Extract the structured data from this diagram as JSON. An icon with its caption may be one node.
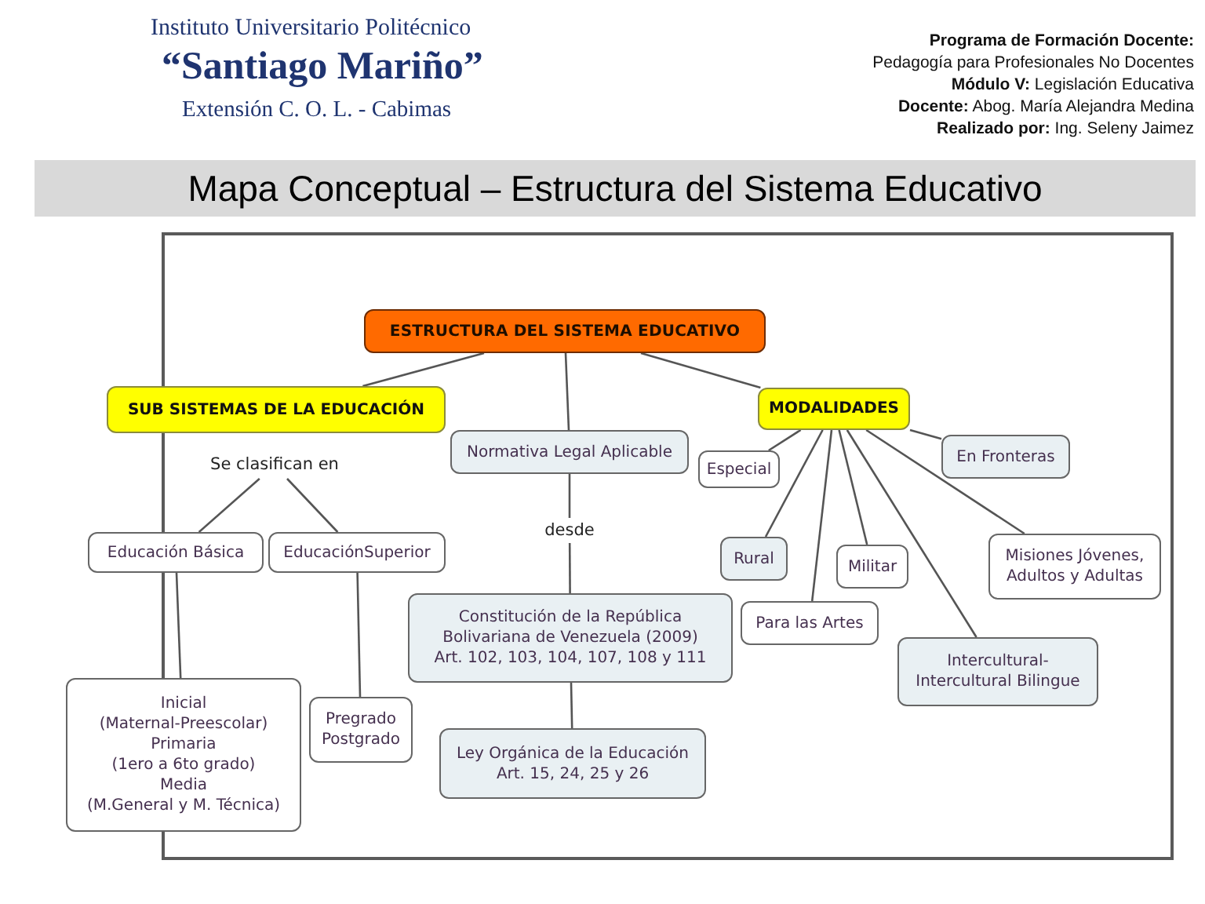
{
  "diagram": {
    "title": "Mapa Conceptual – Estructura del Sistema Educativo",
    "nodes": [
      {
        "text": [
          "ESTRUCTURA DEL SISTEMA EDUCATIVO"
        ]
      },
      {
        "text": [
          "SUB SISTEMAS DE LA EDUCACIÓN"
        ]
      },
      {
        "text": [
          "Normativa Legal Aplicable"
        ]
      },
      {
        "text": [
          "MODALIDADES"
        ]
      },
      {
        "text": [
          "Se clasifican en"
        ]
      },
      {
        "text": [
          "Especial"
        ]
      },
      {
        "text": [
          "En Fronteras"
        ]
      },
      {
        "text": [
          "desde"
        ]
      },
      {
        "text": [
          "Educación Básica"
        ]
      },
      {
        "text": [
          "EducaciónSuperior"
        ]
      },
      {
        "text": [
          "Rural"
        ]
      },
      {
        "text": [
          "Militar"
        ]
      },
      {
        "text": [
          "Misiones Jóvenes, Adultos y Adultas"
        ]
      },
      {
        "text": [
          "Constitución de la República Bolivariana de Venezuela (2009)",
          "Art. 102, 103, 104, 107, 108 y 111"
        ]
      },
      {
        "text": [
          "Para las Artes"
        ]
      },
      {
        "text": [
          "Intercultural-Intercultural Bilingue"
        ]
      },
      {
        "text": [
          "Inicial",
          "(Maternal-Preescolar)",
          "Primaria",
          "(1ero a 6to grado)",
          "Media",
          "(M.General y M. Técnica)"
        ]
      },
      {
        "text": [
          "Pregrado",
          "Postgrado"
        ]
      },
      {
        "text": [
          "Ley Orgánica de la Educación",
          "Art. 15, 24, 25 y 26"
        ]
      }
    ],
    "edges": [
      {
        "from": 0,
        "to": 1,
        "arrow": "none"
      },
      {
        "from": 0,
        "to": 2,
        "arrow": "none"
      },
      {
        "from": 0,
        "to": 3,
        "arrow": "none"
      },
      {
        "from": 4,
        "to": 8,
        "arrow": "none"
      },
      {
        "from": 4,
        "to": 9,
        "arrow": "none"
      },
      {
        "from": 8,
        "to": 16,
        "arrow": "none"
      },
      {
        "from": 9,
        "to": 17,
        "arrow": "none"
      },
      {
        "from": 2,
        "to": 7,
        "arrow": "none"
      },
      {
        "from": 7,
        "to": 13,
        "arrow": "none"
      },
      {
        "from": 13,
        "to": 18,
        "arrow": "none"
      },
      {
        "from": 3,
        "to": 5,
        "arrow": "none"
      },
      {
        "from": 3,
        "to": 6,
        "arrow": "none"
      },
      {
        "from": 3,
        "to": 10,
        "arrow": "none"
      },
      {
        "from": 3,
        "to": 11,
        "arrow": "none"
      },
      {
        "from": 3,
        "to": 12,
        "arrow": "none"
      },
      {
        "from": 3,
        "to": 14,
        "arrow": "none"
      },
      {
        "from": 3,
        "to": 15,
        "arrow": "none"
      }
    ],
    "labels": [
      "Instituto Universitario Politécnico",
      "“Santiago Mariño”",
      "Extensión C. O. L. - Cabimas",
      "Programa de Formación Docente:",
      "Pedagogía para Profesionales No Docentes",
      "**Módulo V:** Legislación Educativa",
      "**Docente:** Abog. María Alejandra Medina",
      "**Realizado por:** Ing. Seleny Jaimez"
    ]
  }
}
